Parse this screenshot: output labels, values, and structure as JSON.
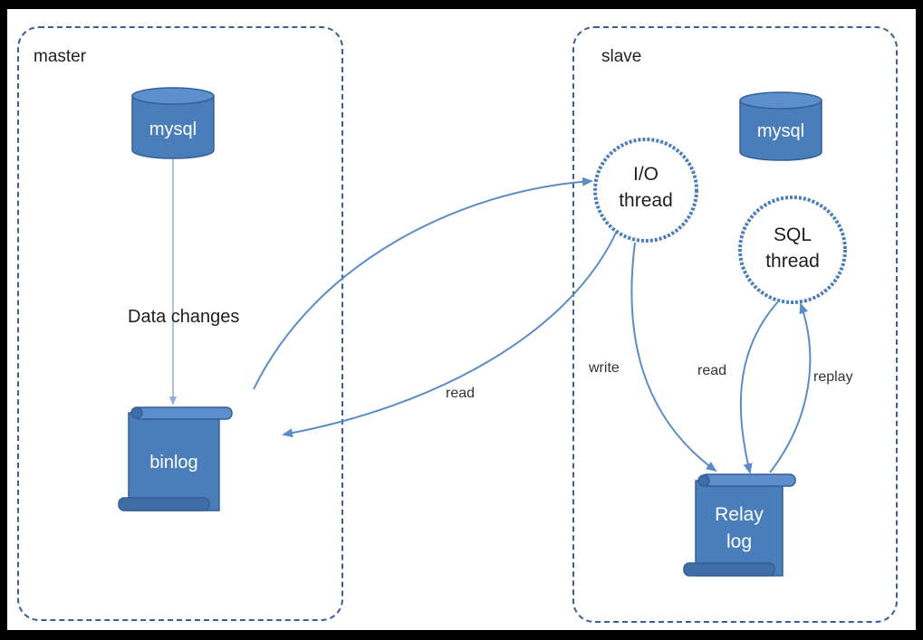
{
  "colors": {
    "node_fill": "#4a7ebb",
    "node_stroke": "#355f96",
    "node_dark": "#3f6ea6",
    "arrow": "#5b8cc6",
    "group_border": "#3d5f94",
    "background": "#ffffff"
  },
  "master": {
    "label": "master",
    "db_label": "mysql",
    "data_changes_label": "Data changes",
    "binlog_label": "binlog"
  },
  "slave": {
    "label": "slave",
    "db_label": "mysql",
    "io_thread": [
      "I/O",
      "thread"
    ],
    "sql_thread": [
      "SQL",
      "thread"
    ],
    "relay_log": [
      "Relay",
      "log"
    ]
  },
  "edges": {
    "read_binlog": "read",
    "write_relay": "write",
    "read_relay": "read",
    "replay": "replay"
  }
}
